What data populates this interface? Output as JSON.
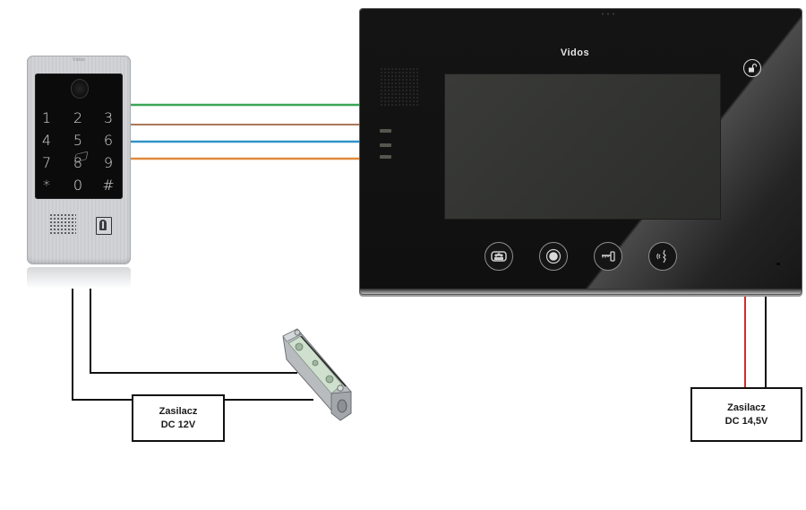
{
  "diagram": {
    "title": "Video intercom wiring diagram",
    "outdoor_panel": {
      "brand": "Vidos",
      "keys": [
        "1",
        "2",
        "3",
        "4",
        "5",
        "6",
        "7",
        "8",
        "9",
        "*",
        "0",
        "#"
      ],
      "icons": [
        "camera-icon",
        "rfid-icon",
        "speaker-grille-icon",
        "bell-icon"
      ]
    },
    "monitor": {
      "brand": "Vidos",
      "buttons": [
        {
          "name": "monitor-view-button",
          "icon": "people-icon"
        },
        {
          "name": "record-button",
          "icon": "record-icon"
        },
        {
          "name": "unlock-key-button",
          "icon": "key-icon"
        },
        {
          "name": "talk-button",
          "icon": "talk-icon"
        }
      ],
      "status_icon": "unlock-icon"
    },
    "bus_wires": [
      {
        "name": "wire-green",
        "color": "#3aa655"
      },
      {
        "name": "wire-brown",
        "color": "#a9795a"
      },
      {
        "name": "wire-blue",
        "color": "#2f93c8"
      },
      {
        "name": "wire-orange",
        "color": "#e08a3e"
      }
    ],
    "power_wires": {
      "positive_color": "#d42a2a",
      "negative_color": "#111111",
      "lock_wire_color": "#111111"
    },
    "psu_left": {
      "line1": "Zasilacz",
      "line2": "DC 12V"
    },
    "psu_right": {
      "line1": "Zasilacz",
      "line2": "DC 14,5V"
    },
    "strike_lock": {
      "label": "electric-strike"
    }
  }
}
